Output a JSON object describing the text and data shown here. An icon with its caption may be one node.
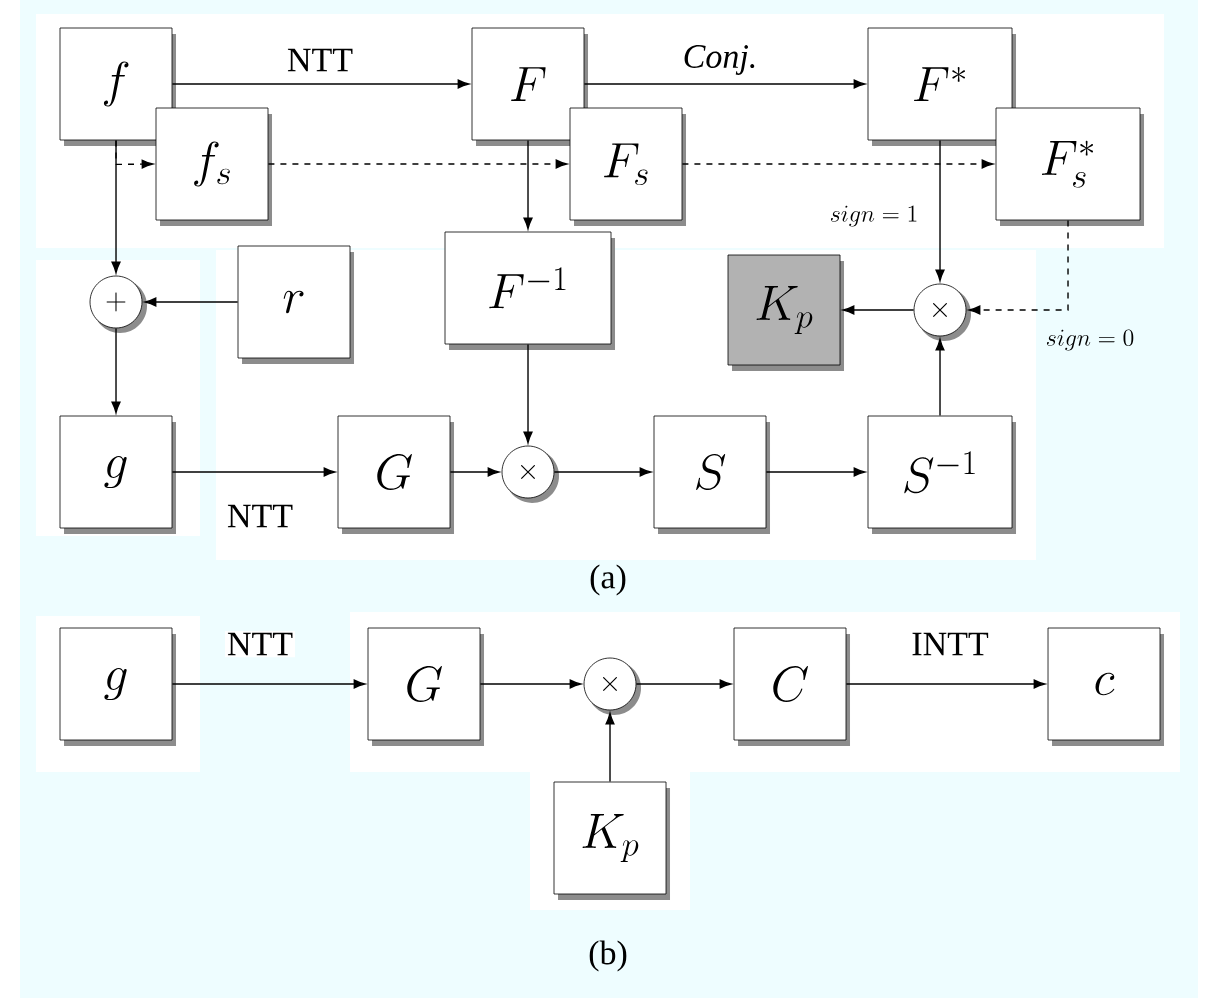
{
  "diagram": {
    "nodes": [
      {
        "text": [
          "f"
        ]
      },
      {
        "text": [
          "f_s"
        ]
      },
      {
        "text": [
          "F"
        ]
      },
      {
        "text": [
          "F_s"
        ]
      },
      {
        "text": [
          "F^*"
        ]
      },
      {
        "text": [
          "F_s^*"
        ]
      },
      {
        "text": [
          "+"
        ]
      },
      {
        "text": [
          "r"
        ]
      },
      {
        "text": [
          "F^{-1}"
        ]
      },
      {
        "text": [
          "K_p"
        ]
      },
      {
        "text": [
          "\\times"
        ]
      },
      {
        "text": [
          "g"
        ]
      },
      {
        "text": [
          "G"
        ]
      },
      {
        "text": [
          "\\times"
        ]
      },
      {
        "text": [
          "S"
        ]
      },
      {
        "text": [
          "S^{-1}"
        ]
      },
      {
        "text": [
          "g"
        ]
      },
      {
        "text": [
          "G"
        ]
      },
      {
        "text": [
          "\\times"
        ]
      },
      {
        "text": [
          "C"
        ]
      },
      {
        "text": [
          "c"
        ]
      },
      {
        "text": [
          "K_p"
        ]
      }
    ],
    "edges": [
      {
        "from": 0,
        "to": 2,
        "arrow": "to",
        "label": "NTT"
      },
      {
        "from": 2,
        "to": 4,
        "arrow": "to",
        "label": "Conj."
      },
      {
        "from": 0,
        "to": 1,
        "arrow": "to",
        "style": "dashed"
      },
      {
        "from": 1,
        "to": 3,
        "arrow": "to",
        "style": "dashed"
      },
      {
        "from": 3,
        "to": 5,
        "arrow": "to",
        "style": "dashed"
      },
      {
        "from": 0,
        "to": 6,
        "arrow": "to"
      },
      {
        "from": 7,
        "to": 6,
        "arrow": "to"
      },
      {
        "from": 6,
        "to": 11,
        "arrow": "to"
      },
      {
        "from": 2,
        "to": 8,
        "arrow": "to"
      },
      {
        "from": 4,
        "to": 10,
        "arrow": "to",
        "label": "sign = 1"
      },
      {
        "from": 5,
        "to": 10,
        "arrow": "to",
        "style": "dashed",
        "label": "sign = 0"
      },
      {
        "from": 10,
        "to": 9,
        "arrow": "to"
      },
      {
        "from": 11,
        "to": 12,
        "arrow": "to",
        "label": "NTT"
      },
      {
        "from": 12,
        "to": 13,
        "arrow": "to"
      },
      {
        "from": 8,
        "to": 13,
        "arrow": "to"
      },
      {
        "from": 13,
        "to": 14,
        "arrow": "to"
      },
      {
        "from": 14,
        "to": 15,
        "arrow": "to"
      },
      {
        "from": 15,
        "to": 10,
        "arrow": "to"
      },
      {
        "from": 16,
        "to": 17,
        "arrow": "to",
        "label": "NTT"
      },
      {
        "from": 17,
        "to": 18,
        "arrow": "to"
      },
      {
        "from": 21,
        "to": 18,
        "arrow": "to"
      },
      {
        "from": 18,
        "to": 19,
        "arrow": "to"
      },
      {
        "from": 19,
        "to": 20,
        "arrow": "to",
        "label": "INTT"
      }
    ],
    "labels": [
      "(a)",
      "(b)"
    ]
  }
}
